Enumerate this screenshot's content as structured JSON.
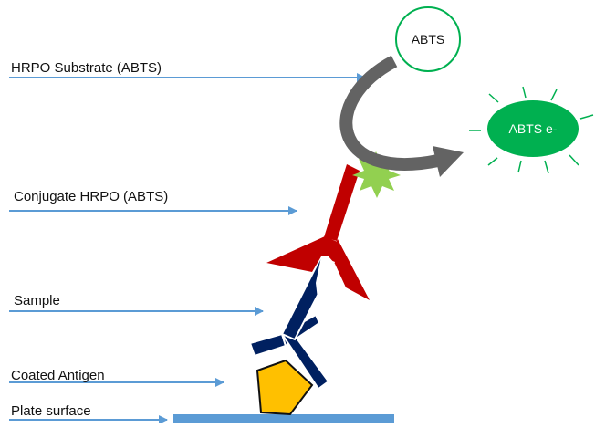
{
  "labels": {
    "substrate": "HRPO Substrate (ABTS)",
    "conjugate": "Conjugate HRPO (ABTS)",
    "sample": "Sample",
    "coated_antigen": "Coated Antigen",
    "plate_surface": "Plate surface"
  },
  "molecules": {
    "abts": "ABTS",
    "abts_oxidized": "ABTS e-"
  },
  "colors": {
    "pointer_arrow": "#5b9bd5",
    "plate": "#5b9bd5",
    "antigen": "#ffc000",
    "sample_antibody": "#002060",
    "conjugate_antibody": "#c00000",
    "enzyme_star": "#92d050",
    "abts_outline": "#00b050",
    "abts_oxidized_fill": "#00b050",
    "reaction_arrow": "#636363"
  }
}
